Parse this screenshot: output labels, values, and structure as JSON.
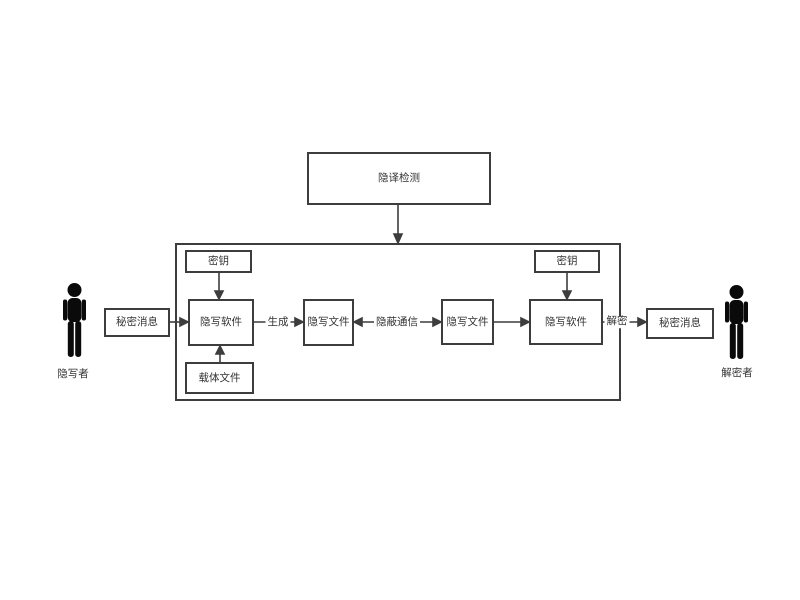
{
  "diagram": {
    "detection_box": {
      "label": "隐译检测"
    },
    "actors": {
      "sender": {
        "label": "隐写者"
      },
      "receiver": {
        "label": "解密者"
      }
    },
    "nodes": {
      "secret_message_left": {
        "label": "秘密消息"
      },
      "key_left": {
        "label": "密钥"
      },
      "stego_software_left": {
        "label": "隐写软件"
      },
      "carrier_file": {
        "label": "载体文件"
      },
      "stego_file_left": {
        "label": "隐写文件"
      },
      "stego_file_right": {
        "label": "隐写文件"
      },
      "stego_software_right": {
        "label": "隐写软件"
      },
      "key_right": {
        "label": "密钥"
      },
      "secret_message_right": {
        "label": "秘密消息"
      }
    },
    "edge_labels": {
      "generate": {
        "label": "生成"
      },
      "covert_channel": {
        "label": "隐蔽通信"
      },
      "decrypt": {
        "label": "解密"
      }
    },
    "colors": {
      "line": "#3d3d3d",
      "text": "#333333",
      "background": "#ffffff"
    }
  }
}
